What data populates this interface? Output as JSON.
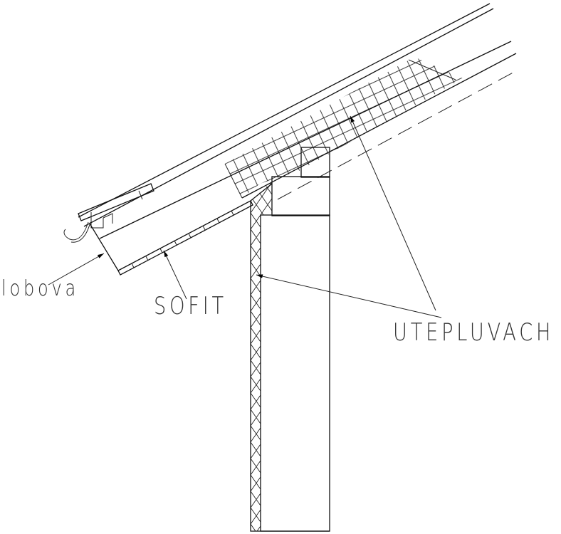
{
  "labels": {
    "fascia": "lobova",
    "soffit": "SOFIT",
    "insulation": "UTEPLUVACH"
  },
  "colors": {
    "line": "#111111",
    "background": "#ffffff",
    "text": "#333333"
  }
}
